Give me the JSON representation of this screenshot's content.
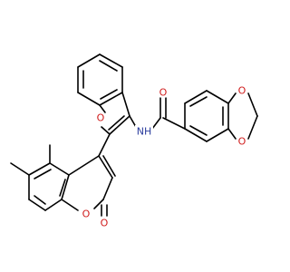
{
  "molecule": {
    "atoms": [
      {
        "id": "O_furan",
        "label": "O",
        "color": "#d01c1c"
      },
      {
        "id": "O_amide",
        "label": "O",
        "color": "#d01c1c"
      },
      {
        "id": "NH",
        "label": "NH",
        "color": "#2a3b9c"
      },
      {
        "id": "O_diox_top",
        "label": "O",
        "color": "#d01c1c"
      },
      {
        "id": "O_diox_bottom",
        "label": "O",
        "color": "#d01c1c"
      },
      {
        "id": "O_pyran",
        "label": "O",
        "color": "#d01c1c"
      },
      {
        "id": "O_carbonyl",
        "label": "O",
        "color": "#d01c1c"
      }
    ],
    "colors": {
      "carbon": "#000000",
      "oxygen": "#d01c1c",
      "nitrogen": "#2a3b9c"
    }
  }
}
